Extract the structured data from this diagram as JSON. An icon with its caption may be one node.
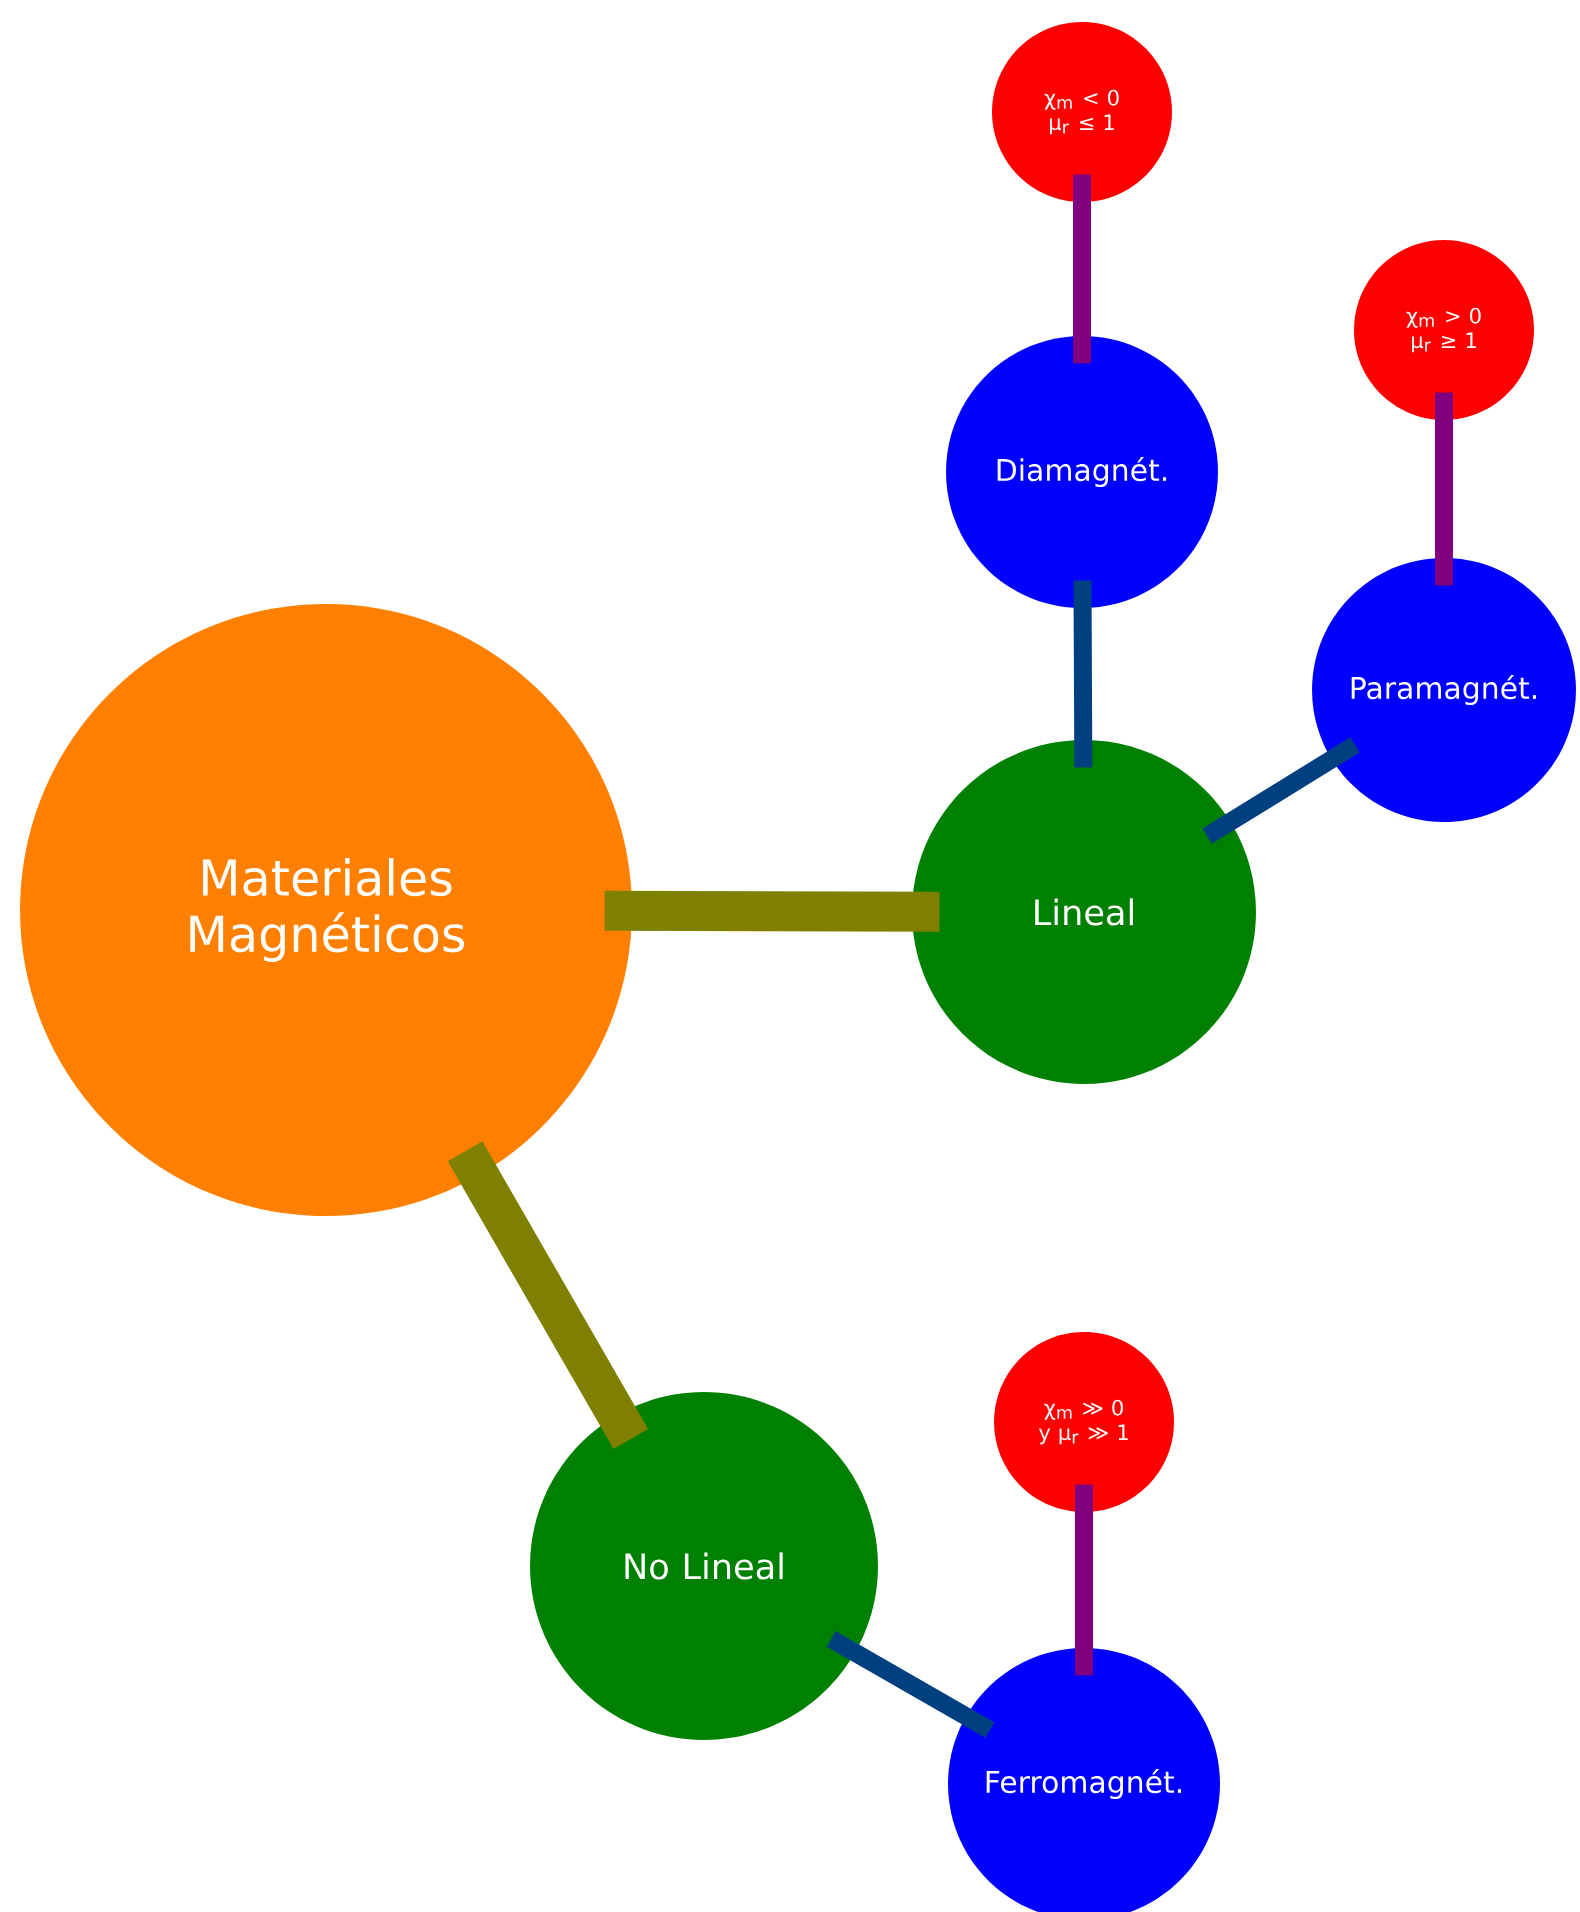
{
  "diagram": {
    "nodes": [
      {
        "text": [
          "Materiales Magnéticos"
        ]
      },
      {
        "text": [
          "Lineal"
        ]
      },
      {
        "text": [
          "Diamagnét."
        ]
      },
      {
        "text": [
          "χ$_{m}$ < 0 μ$_{r}$ ≤ 1"
        ]
      },
      {
        "text": [
          "Paramagnét."
        ]
      },
      {
        "text": [
          "χ$_{m}$ > 0 μ$_{r}$ ≥ 1"
        ]
      },
      {
        "text": [
          "No Lineal"
        ]
      },
      {
        "text": [
          "Ferromagnét."
        ]
      },
      {
        "text": [
          "χ$_{m}$ ≫ 0 y μ$_{r}$ ≫ 1"
        ]
      }
    ],
    "edges": [
      {
        "from": 0,
        "to": 1,
        "arrow": "none",
        "style": "thick",
        "color": "#808000"
      },
      {
        "from": 1,
        "to": 2,
        "arrow": "none",
        "color": "#004080"
      },
      {
        "from": 2,
        "to": 3,
        "arrow": "none",
        "color": "#800080"
      },
      {
        "from": 1,
        "to": 4,
        "arrow": "none",
        "color": "#004080"
      },
      {
        "from": 4,
        "to": 5,
        "arrow": "none",
        "color": "#800080"
      },
      {
        "from": 0,
        "to": 6,
        "arrow": "none",
        "style": "thick",
        "color": "#808000"
      },
      {
        "from": 6,
        "to": 7,
        "arrow": "none",
        "color": "#004080"
      },
      {
        "from": 7,
        "to": 8,
        "arrow": "none",
        "color": "#800080"
      }
    ]
  }
}
